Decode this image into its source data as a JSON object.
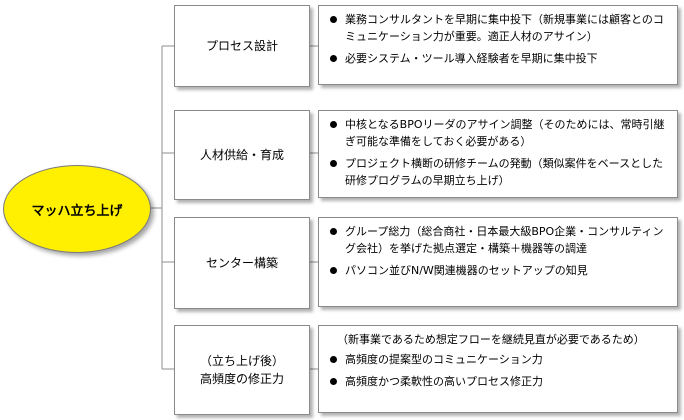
{
  "root": {
    "label": "マッハ立ち上げ"
  },
  "branches": [
    {
      "category": [
        "プロセス設計"
      ],
      "lead": "",
      "bullets": [
        "業務コンサルタントを早期に集中投下（新規事業には顧客とのコミュニケーション力が重要。適正人材のアサイン）",
        "必要システム・ツール導入経験者を早期に集中投下"
      ]
    },
    {
      "category": [
        "人材供給・育成"
      ],
      "lead": "",
      "bullets": [
        "中核となるBPOリーダのアサイン調整（そのためには、常時引継ぎ可能な準備をしておく必要がある）",
        "プロジェクト横断の研修チームの発動（類似案件をベースとした研修プログラムの早期立ち上げ）"
      ]
    },
    {
      "category": [
        "センター構築"
      ],
      "lead": "",
      "bullets": [
        "グループ総力（総合商社・日本最大級BPO企業・コンサルティング会社）を挙げた拠点選定・構築＋機器等の調達",
        "パソコン並びN/W関連機器のセットアップの知見"
      ]
    },
    {
      "category": [
        "（立ち上げ後）",
        "高頻度の修正力"
      ],
      "lead": "（新事業であるため想定フローを継続見直が必要であるため）",
      "bullets": [
        "高頻度の提案型のコミュニケーション力",
        "高頻度かつ柔軟性の高いプロセス修正力"
      ]
    }
  ]
}
